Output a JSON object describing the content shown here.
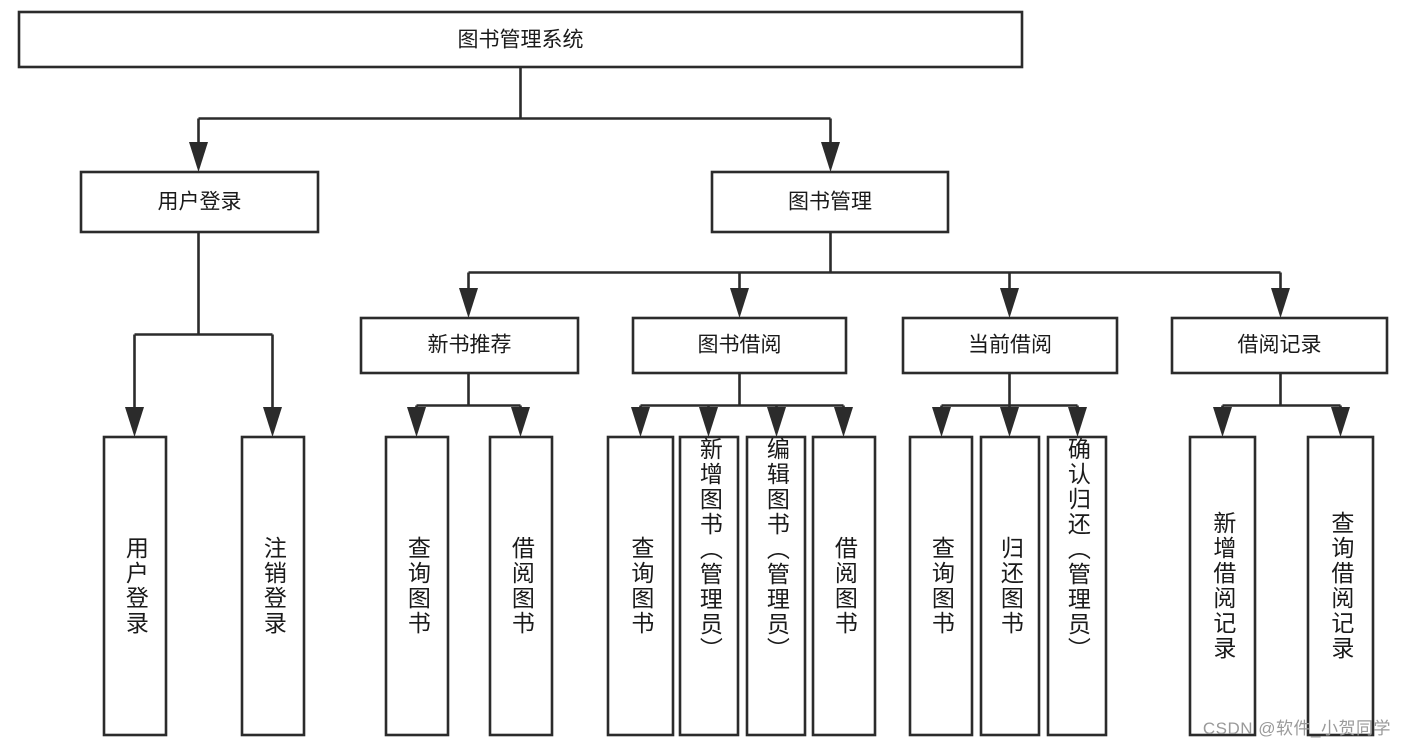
{
  "diagram": {
    "type": "tree-hierarchy",
    "title": "图书管理系统",
    "root": {
      "label": "图书管理系统"
    },
    "level1": [
      {
        "label": "用户登录"
      },
      {
        "label": "图书管理"
      }
    ],
    "level2": [
      {
        "label": "新书推荐"
      },
      {
        "label": "图书借阅"
      },
      {
        "label": "当前借阅"
      },
      {
        "label": "借阅记录"
      }
    ],
    "leaves": {
      "user_login": [
        {
          "label": "用户登录"
        },
        {
          "label": "注销登录"
        }
      ],
      "new_book_recommend": [
        {
          "label": "查询图书"
        },
        {
          "label": "借阅图书"
        }
      ],
      "book_borrow": [
        {
          "label": "查询图书"
        },
        {
          "label": "新增图书（管理员）"
        },
        {
          "label": "编辑图书（管理员）"
        },
        {
          "label": "借阅图书"
        }
      ],
      "current_borrow": [
        {
          "label": "查询图书"
        },
        {
          "label": "归还图书"
        },
        {
          "label": "确认归还（管理员）"
        }
      ],
      "borrow_record": [
        {
          "label": "新增借阅记录"
        },
        {
          "label": "查询借阅记录"
        }
      ]
    }
  },
  "watermark": {
    "text": "CSDN @软件_小贺同学"
  },
  "colors": {
    "stroke": "#2b2b2b",
    "fill": "#ffffff",
    "text": "#1a1a1a",
    "watermark": "#9a9a9a"
  }
}
